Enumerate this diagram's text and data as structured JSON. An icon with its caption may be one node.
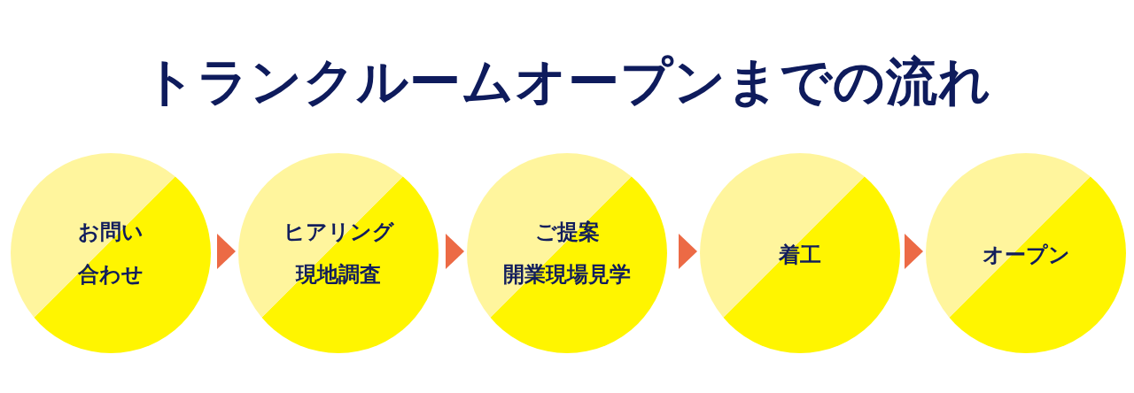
{
  "diagram": {
    "title": "トランクルームオープンまでの流れ",
    "nodes": [
      {
        "text": [
          "お問い合わせ"
        ]
      },
      {
        "text": [
          "ヒアリング",
          "現地調査"
        ]
      },
      {
        "text": [
          "ご提案",
          "開業現場見学"
        ]
      },
      {
        "text": [
          "着工"
        ]
      },
      {
        "text": [
          "オープン"
        ]
      }
    ],
    "edges": [
      {
        "from": 0,
        "to": 1,
        "arrow": "to"
      },
      {
        "from": 1,
        "to": 2,
        "arrow": "to"
      },
      {
        "from": 2,
        "to": 3,
        "arrow": "to"
      },
      {
        "from": 3,
        "to": 4,
        "arrow": "to"
      }
    ]
  }
}
